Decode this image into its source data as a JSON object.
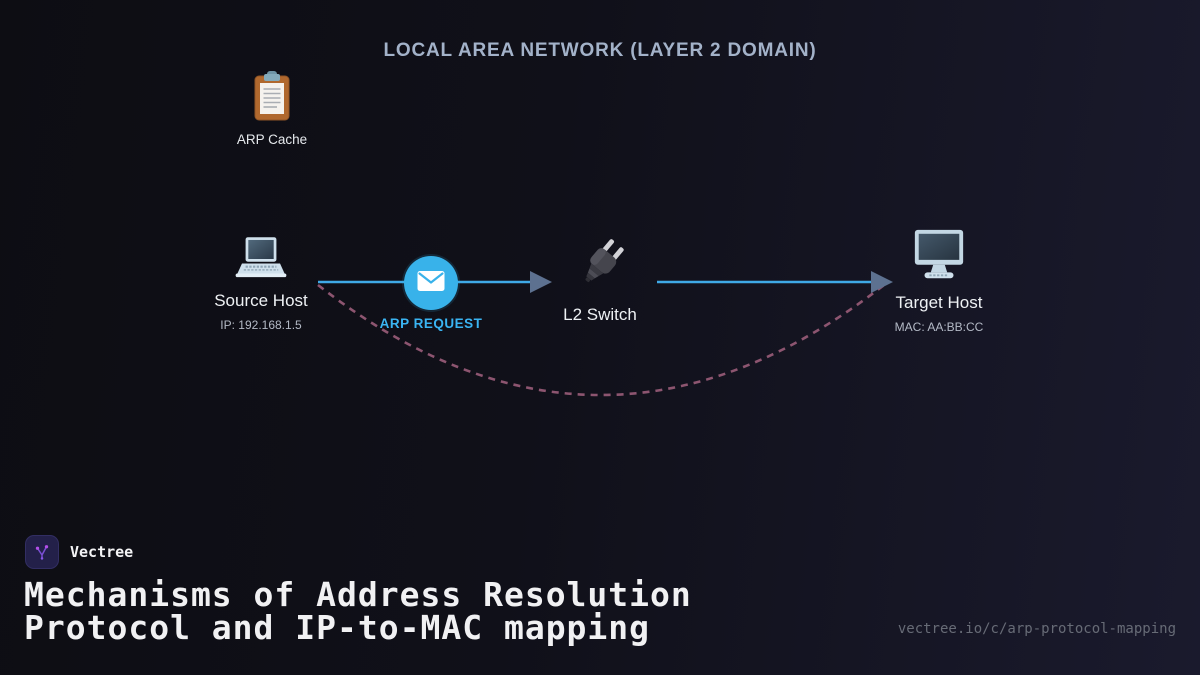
{
  "diagram": {
    "title": "LOCAL AREA NETWORK (LAYER 2 DOMAIN)",
    "nodes": {
      "arp_cache": {
        "label": "ARP Cache",
        "icon": "clipboard-icon"
      },
      "source_host": {
        "label": "Source Host",
        "sublabel": "IP: 192.168.1.5",
        "icon": "laptop-icon"
      },
      "arp_request": {
        "label": "ARP REQUEST",
        "icon": "envelope-icon"
      },
      "l2_switch": {
        "label": "L2 Switch",
        "icon": "plug-icon"
      },
      "target_host": {
        "label": "Target Host",
        "sublabel": "MAC: AA:BB:CC",
        "icon": "monitor-icon"
      }
    },
    "colors": {
      "accent_blue": "#38b2ea",
      "arrowhead_gray": "#5d7190",
      "dashed_reply_rose": "#8d5570",
      "lan_title": "#a3b2c9"
    }
  },
  "footer": {
    "brand": "Vectree",
    "title_line1": "Mechanisms of Address Resolution",
    "title_line2": "Protocol and IP-to-MAC mapping",
    "url": "vectree.io/c/arp-protocol-mapping",
    "logo_color": "#8a55e8"
  }
}
